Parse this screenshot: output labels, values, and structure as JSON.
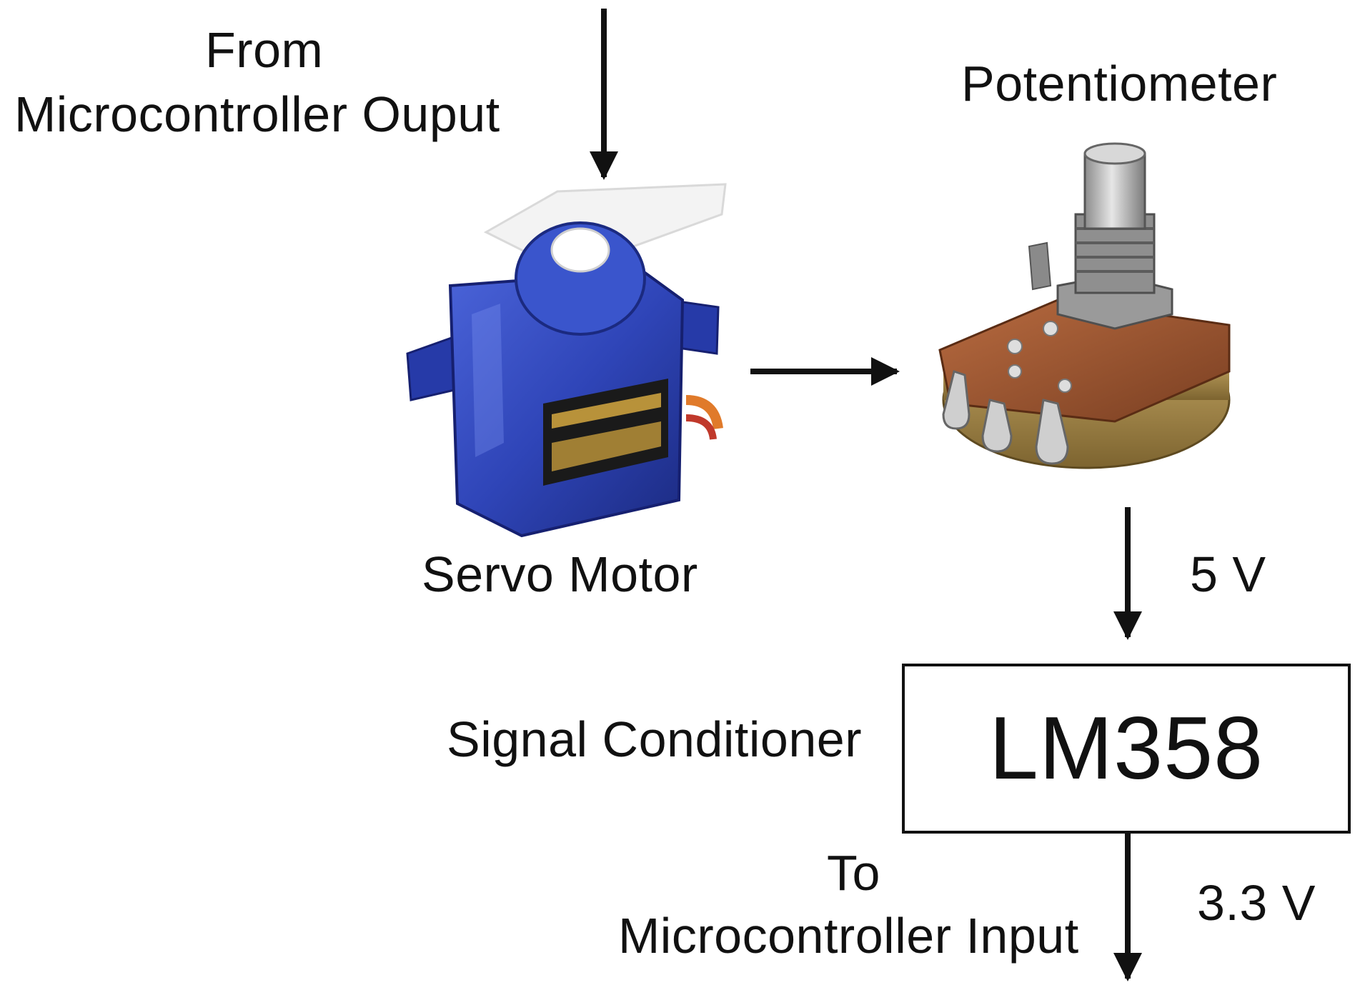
{
  "labels": {
    "from_line1": "From",
    "from_line2": "Microcontroller Ouput",
    "potentiometer": "Potentiometer",
    "servo_motor": "Servo Motor",
    "voltage_in": "5 V",
    "signal_conditioner": "Signal Conditioner",
    "chip": "LM358",
    "to_line1": "To",
    "to_line2": "Microcontroller Input",
    "voltage_out": "3.3 V"
  },
  "icons": {
    "servo": "servo-motor-icon",
    "pot": "potentiometer-icon"
  },
  "colors": {
    "servo_blue": "#2f45b8",
    "servo_dark": "#1b2a80",
    "label_gold": "#b8923a",
    "pot_brown": "#9a5a36",
    "pot_metal": "#b9b9b9",
    "pot_brass": "#a88a4a",
    "wire_orange": "#e07a2a"
  }
}
